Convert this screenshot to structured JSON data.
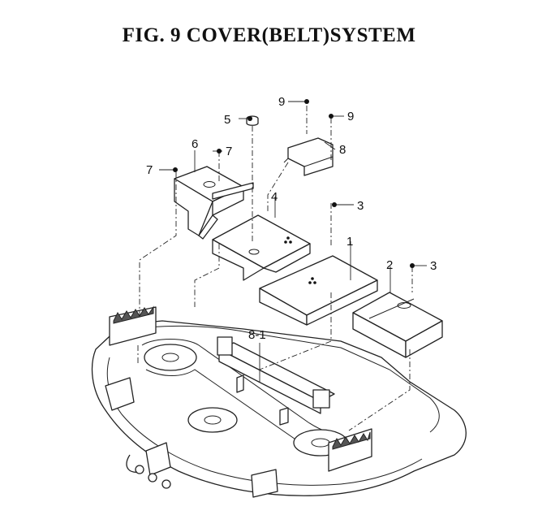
{
  "title": "FIG. 9 COVER(BELT)SYSTEM",
  "callouts": {
    "p1": "1",
    "p2": "2",
    "p3a": "3",
    "p3b": "3",
    "p4": "4",
    "p5": "5",
    "p6": "6",
    "p7a": "7",
    "p7b": "7",
    "p8": "8",
    "p8_1": "8-1",
    "p9a": "9",
    "p9b": "9"
  }
}
